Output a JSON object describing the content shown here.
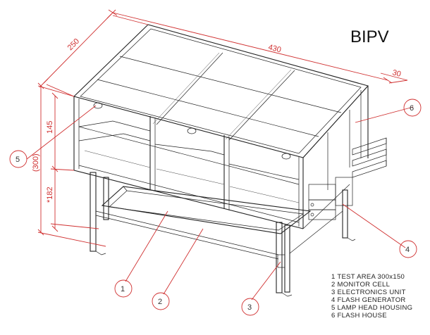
{
  "title": "BIPV",
  "dimensions": {
    "depth": "250",
    "width": "430",
    "offset": "30",
    "upper_height": "145",
    "total_height": "(300)",
    "lower_height": "*182"
  },
  "callouts": [
    "1",
    "2",
    "3",
    "4",
    "5",
    "6"
  ],
  "legend": [
    "1 TEST AREA 300x150",
    "2 MONITOR CELL",
    "3 ELECTRONICS UNIT",
    "4 FLASH GENERATOR",
    "5 LAMP HEAD HOUSING",
    "6 FLASH HOUSE"
  ],
  "colors": {
    "line": "#222222",
    "dimension": "#d03030",
    "callout": "#d03030"
  }
}
